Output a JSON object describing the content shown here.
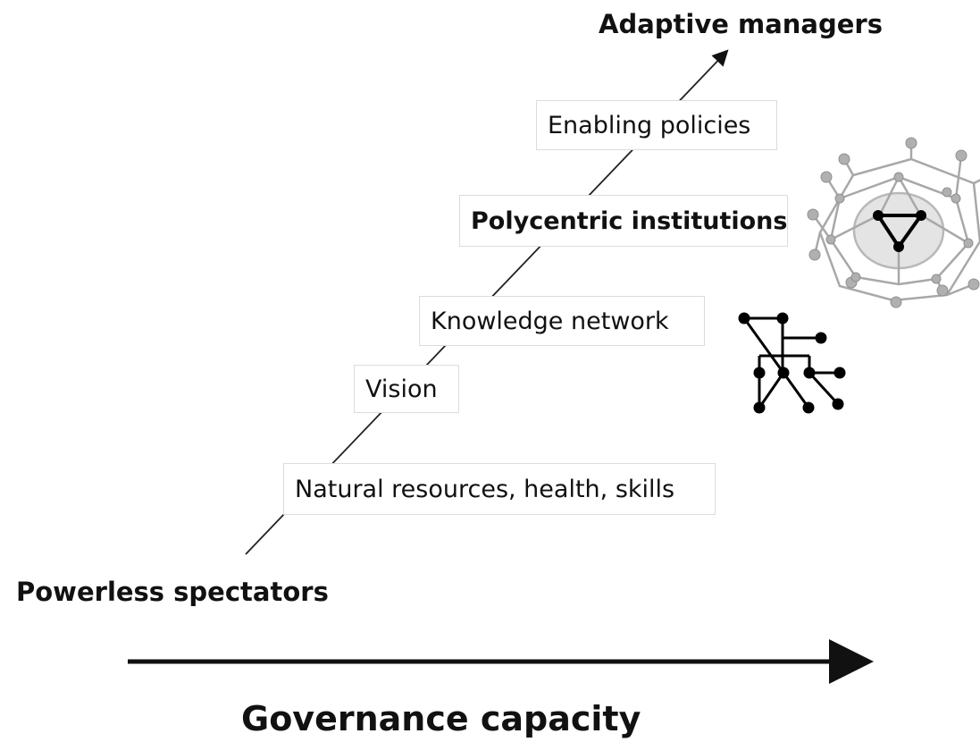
{
  "top_label": "Adaptive managers",
  "bottom_label": "Powerless spectators",
  "axis_label": "Governance capacity",
  "steps": [
    {
      "text": "Enabling policies",
      "bold": false
    },
    {
      "text": "Polycentric institutions",
      "bold": true
    },
    {
      "text": "Knowledge network",
      "bold": false
    },
    {
      "text": "Vision",
      "bold": false
    },
    {
      "text": "Natural resources, health, skills",
      "bold": false
    }
  ],
  "icons": {
    "network_complex": "polycentric-network-icon",
    "network_simple": "knowledge-network-icon"
  }
}
